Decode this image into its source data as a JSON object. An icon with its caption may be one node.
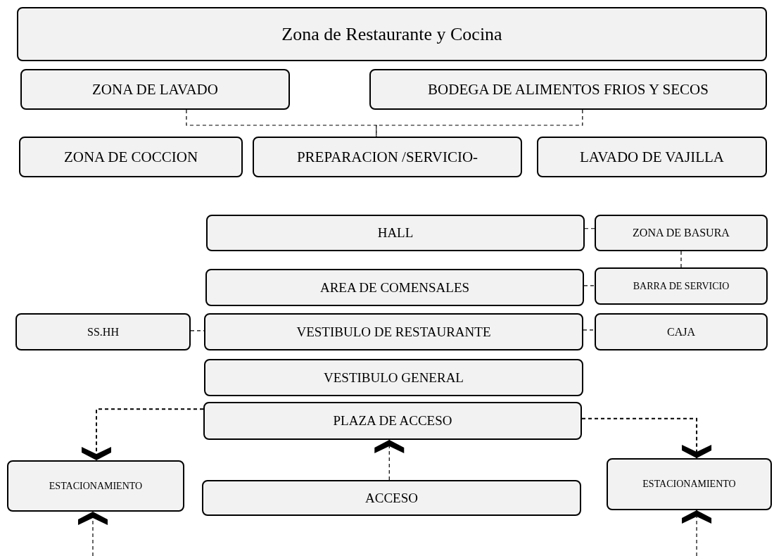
{
  "diagram": {
    "nodes": [
      {
        "text": [
          "Zona de Restaurante y Cocina"
        ]
      },
      {
        "text": [
          "ZONA DE LAVADO"
        ]
      },
      {
        "text": [
          "BODEGA DE ALIMENTOS FRIOS Y SECOS"
        ]
      },
      {
        "text": [
          "ZONA DE COCCION"
        ]
      },
      {
        "text": [
          "PREPARACION /SERVICIO-"
        ]
      },
      {
        "text": [
          "LAVADO DE VAJILLA"
        ]
      },
      {
        "text": [
          "HALL"
        ]
      },
      {
        "text": [
          "ZONA DE BASURA"
        ]
      },
      {
        "text": [
          "AREA DE COMENSALES"
        ]
      },
      {
        "text": [
          "BARRA DE SERVICIO"
        ]
      },
      {
        "text": [
          "SS.HH"
        ]
      },
      {
        "text": [
          "VESTIBULO DE RESTAURANTE"
        ]
      },
      {
        "text": [
          "CAJA"
        ]
      },
      {
        "text": [
          "VESTIBULO GENERAL"
        ]
      },
      {
        "text": [
          "PLAZA DE ACCESO"
        ]
      },
      {
        "text": [
          "ESTACIONAMIENTO"
        ]
      },
      {
        "text": [
          "ACCESO"
        ]
      },
      {
        "text": [
          "ESTACIONAMIENTO"
        ]
      }
    ],
    "edges": [
      {
        "from": 1,
        "to": 4,
        "arrow": "none",
        "style": "dashed"
      },
      {
        "from": 2,
        "to": 4,
        "arrow": "none",
        "style": "dashed"
      },
      {
        "from": 6,
        "to": 7,
        "arrow": "none",
        "style": "dashed"
      },
      {
        "from": 7,
        "to": 9,
        "arrow": "none",
        "style": "dashed"
      },
      {
        "from": 8,
        "to": 9,
        "arrow": "none",
        "style": "dashed"
      },
      {
        "from": 10,
        "to": 11,
        "arrow": "none",
        "style": "dashed"
      },
      {
        "from": 11,
        "to": 12,
        "arrow": "none",
        "style": "dashed"
      },
      {
        "from": 14,
        "to": 15,
        "arrow": "to",
        "style": "dashed"
      },
      {
        "from": 14,
        "to": 17,
        "arrow": "to",
        "style": "dashed"
      },
      {
        "from": 16,
        "to": 14,
        "arrow": "to",
        "style": "dashed"
      },
      {
        "from": null,
        "to": 15,
        "arrow": "to",
        "style": "dashed"
      },
      {
        "from": null,
        "to": 17,
        "arrow": "to",
        "style": "dashed"
      }
    ]
  }
}
